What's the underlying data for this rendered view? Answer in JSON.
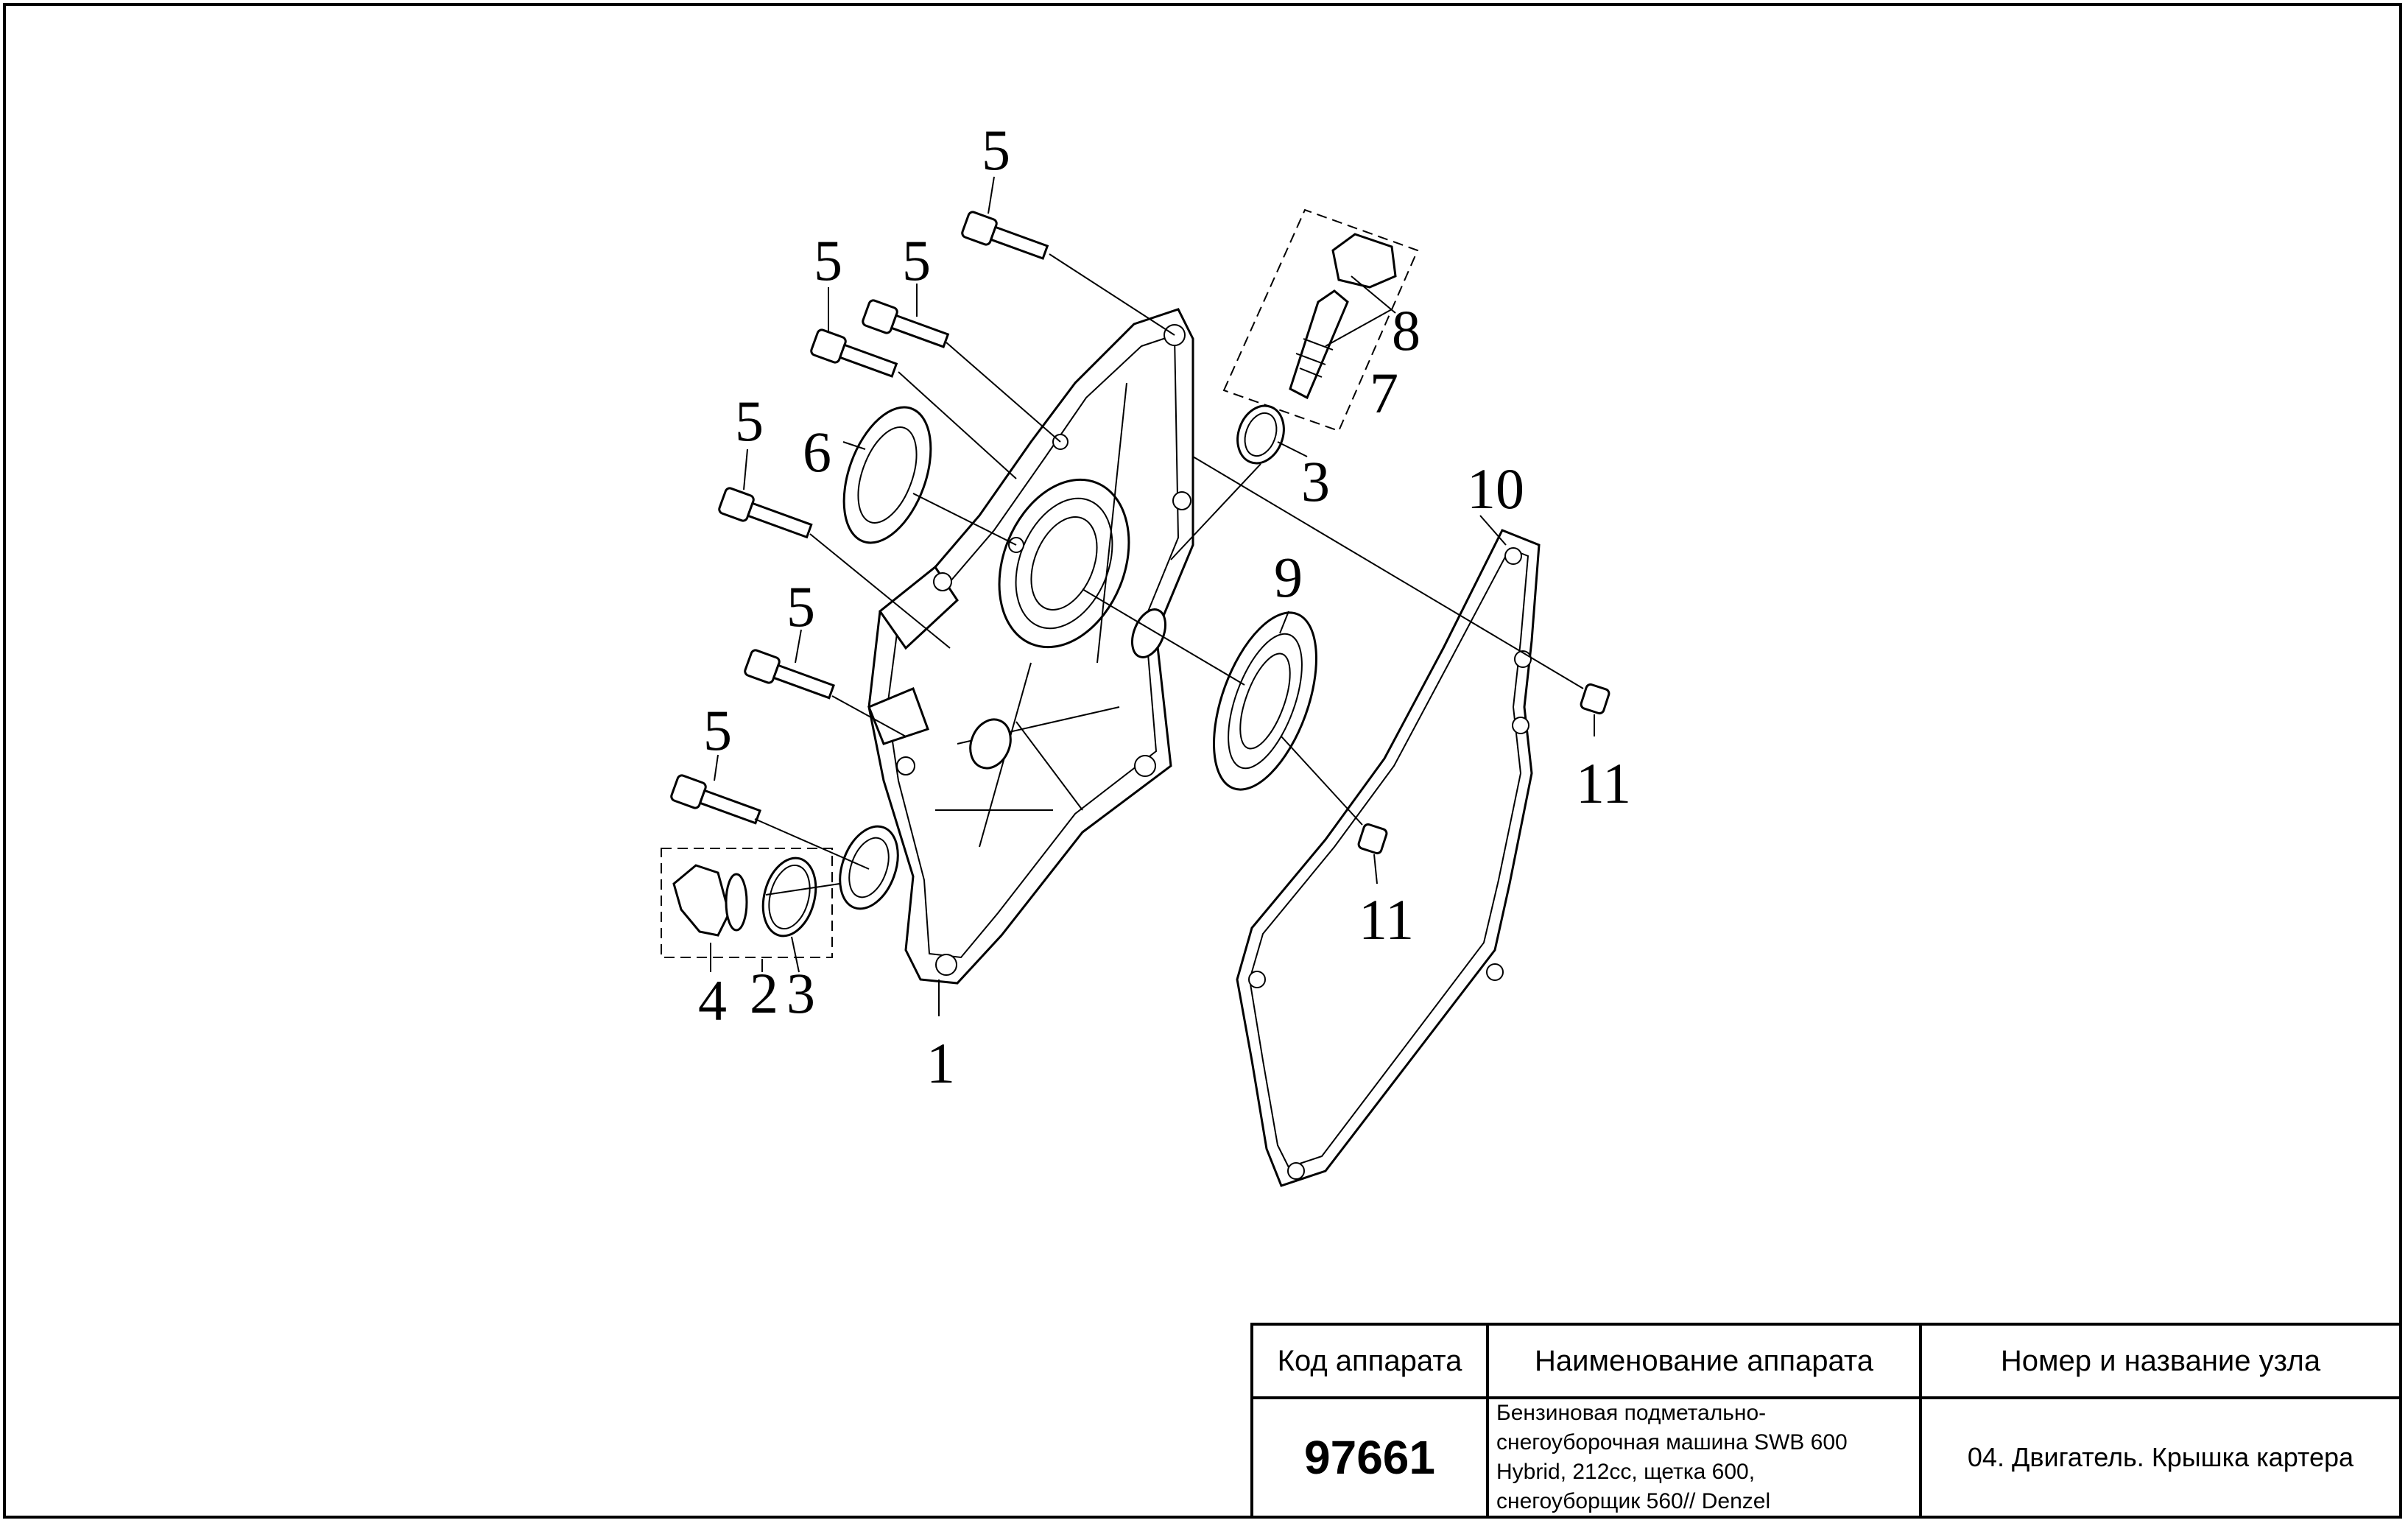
{
  "callouts": {
    "c1": "1",
    "c2": "2",
    "c3a": "3",
    "c3b": "3",
    "c4": "4",
    "c5a": "5",
    "c5b": "5",
    "c5c": "5",
    "c5d": "5",
    "c5e": "5",
    "c5f": "5",
    "c6": "6",
    "c7": "7",
    "c8": "8",
    "c9": "9",
    "c10": "10",
    "c11a": "11",
    "c11b": "11"
  },
  "title_block": {
    "header_code": "Код аппарата",
    "header_name": "Наименование аппарата",
    "header_section": "Номер и название узла",
    "code": "97661",
    "name_lines": [
      "Бензиновая подметально-",
      "снегоуборочная машина SWB 600",
      "Hybrid, 212cc, щетка 600,",
      "снегоуборщик 560// Denzel"
    ],
    "section": "04. Двигатель. Крышка картера"
  }
}
